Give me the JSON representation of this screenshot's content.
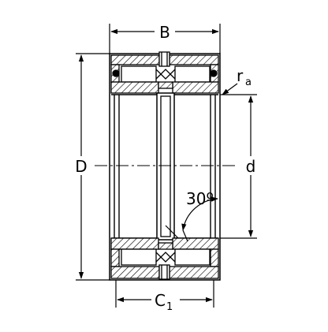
{
  "drawing": {
    "type": "cylindrical roller bearing cross-section",
    "colors": {
      "line": "#000000",
      "background": "#ffffff"
    },
    "labels": {
      "width_B": "B",
      "outer_diameter_D": "D",
      "bore_d": "d",
      "corner_radius_main": "r",
      "corner_radius_sub": "a",
      "angle": "30º",
      "inner_width_main": "C",
      "inner_width_sub": "1"
    }
  }
}
